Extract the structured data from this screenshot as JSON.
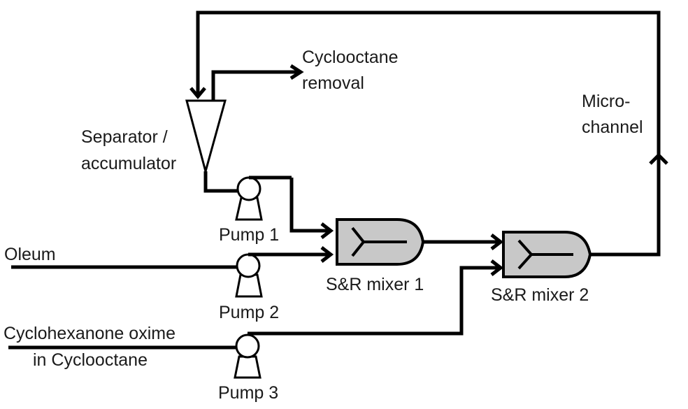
{
  "diagram": {
    "type": "process-flow",
    "labels": {
      "cyclooctane_removal": [
        "Cyclooctane",
        "removal"
      ],
      "separator": [
        "Separator /",
        "accumulator"
      ],
      "microchannel": [
        "Micro-",
        "channel"
      ],
      "oleum": "Oleum",
      "oxime_feed": [
        "Cyclohexanone oxime",
        "in Cyclooctane"
      ],
      "pump1": "Pump 1",
      "pump2": "Pump 2",
      "pump3": "Pump 3",
      "mixer1": "S&R mixer 1",
      "mixer2": "S&R mixer 2"
    },
    "nodes": [
      {
        "id": "separator",
        "label": "Separator / accumulator"
      },
      {
        "id": "pump1",
        "label": "Pump 1"
      },
      {
        "id": "pump2",
        "label": "Pump 2"
      },
      {
        "id": "pump3",
        "label": "Pump 3"
      },
      {
        "id": "mixer1",
        "label": "S&R mixer 1"
      },
      {
        "id": "mixer2",
        "label": "S&R mixer 2"
      },
      {
        "id": "microchannel",
        "label": "Micro-channel"
      }
    ],
    "edges": [
      {
        "from": "Oleum",
        "to": "pump2"
      },
      {
        "from": "Cyclohexanone oxime in Cyclooctane",
        "to": "pump3"
      },
      {
        "from": "separator",
        "to": "pump1"
      },
      {
        "from": "pump1",
        "to": "mixer1"
      },
      {
        "from": "pump2",
        "to": "mixer1"
      },
      {
        "from": "mixer1",
        "to": "mixer2"
      },
      {
        "from": "pump3",
        "to": "mixer2"
      },
      {
        "from": "mixer2",
        "to": "microchannel"
      },
      {
        "from": "microchannel",
        "to": "separator"
      },
      {
        "from": "separator",
        "to": "Cyclooctane removal"
      }
    ],
    "colors": {
      "line": "#000000",
      "mixer_fill": "#c8c8c8",
      "background": "#ffffff"
    }
  }
}
